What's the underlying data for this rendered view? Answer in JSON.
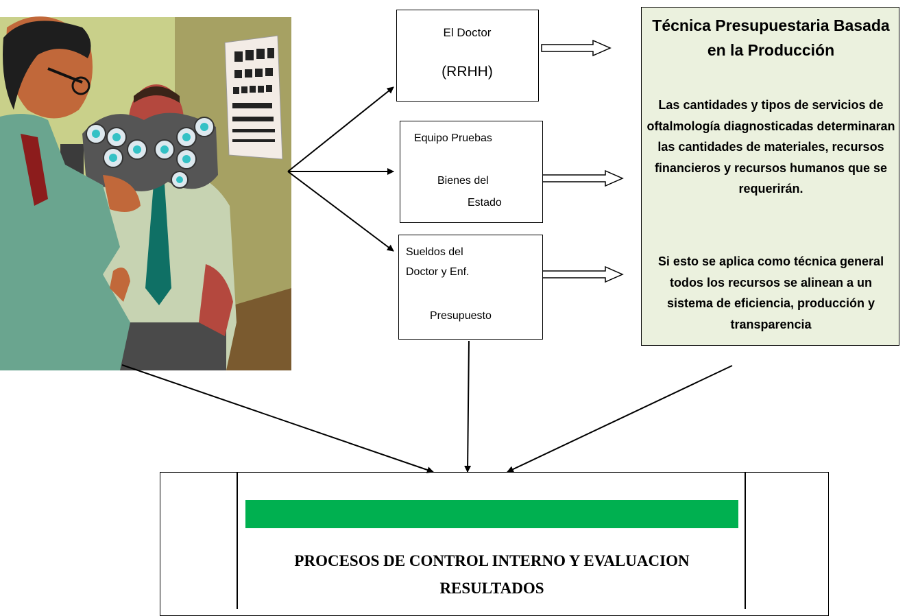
{
  "doctor_box": {
    "line1": "El Doctor",
    "line2": "(RRHH)"
  },
  "equipo_box": {
    "line1": "Equipo Pruebas",
    "line2": "Bienes del",
    "line3": "Estado"
  },
  "sueldos_box": {
    "line1": "Sueldos del",
    "line2": "Doctor y  Enf.",
    "line3": "Presupuesto"
  },
  "tecnica_box": {
    "title": "Técnica Presupuestaria Basada en la Producción",
    "paragraph1": "Las cantidades y tipos de servicios de oftalmología diagnosticadas determinaran las cantidades de materiales, recursos financieros y recursos humanos que se requerirán.",
    "paragraph2": "Si esto se aplica como técnica general todos los recursos se alinean a un sistema de eficiencia, producción y transparencia",
    "background": "#ebf1de"
  },
  "procesos_box": {
    "title": "PROCESOS DE CONTROL INTERNO Y EVALUACION RESULTADOS",
    "bar_color": "#00b050"
  },
  "illustration": {
    "subject": "eye-doctor-examination-clipart"
  }
}
